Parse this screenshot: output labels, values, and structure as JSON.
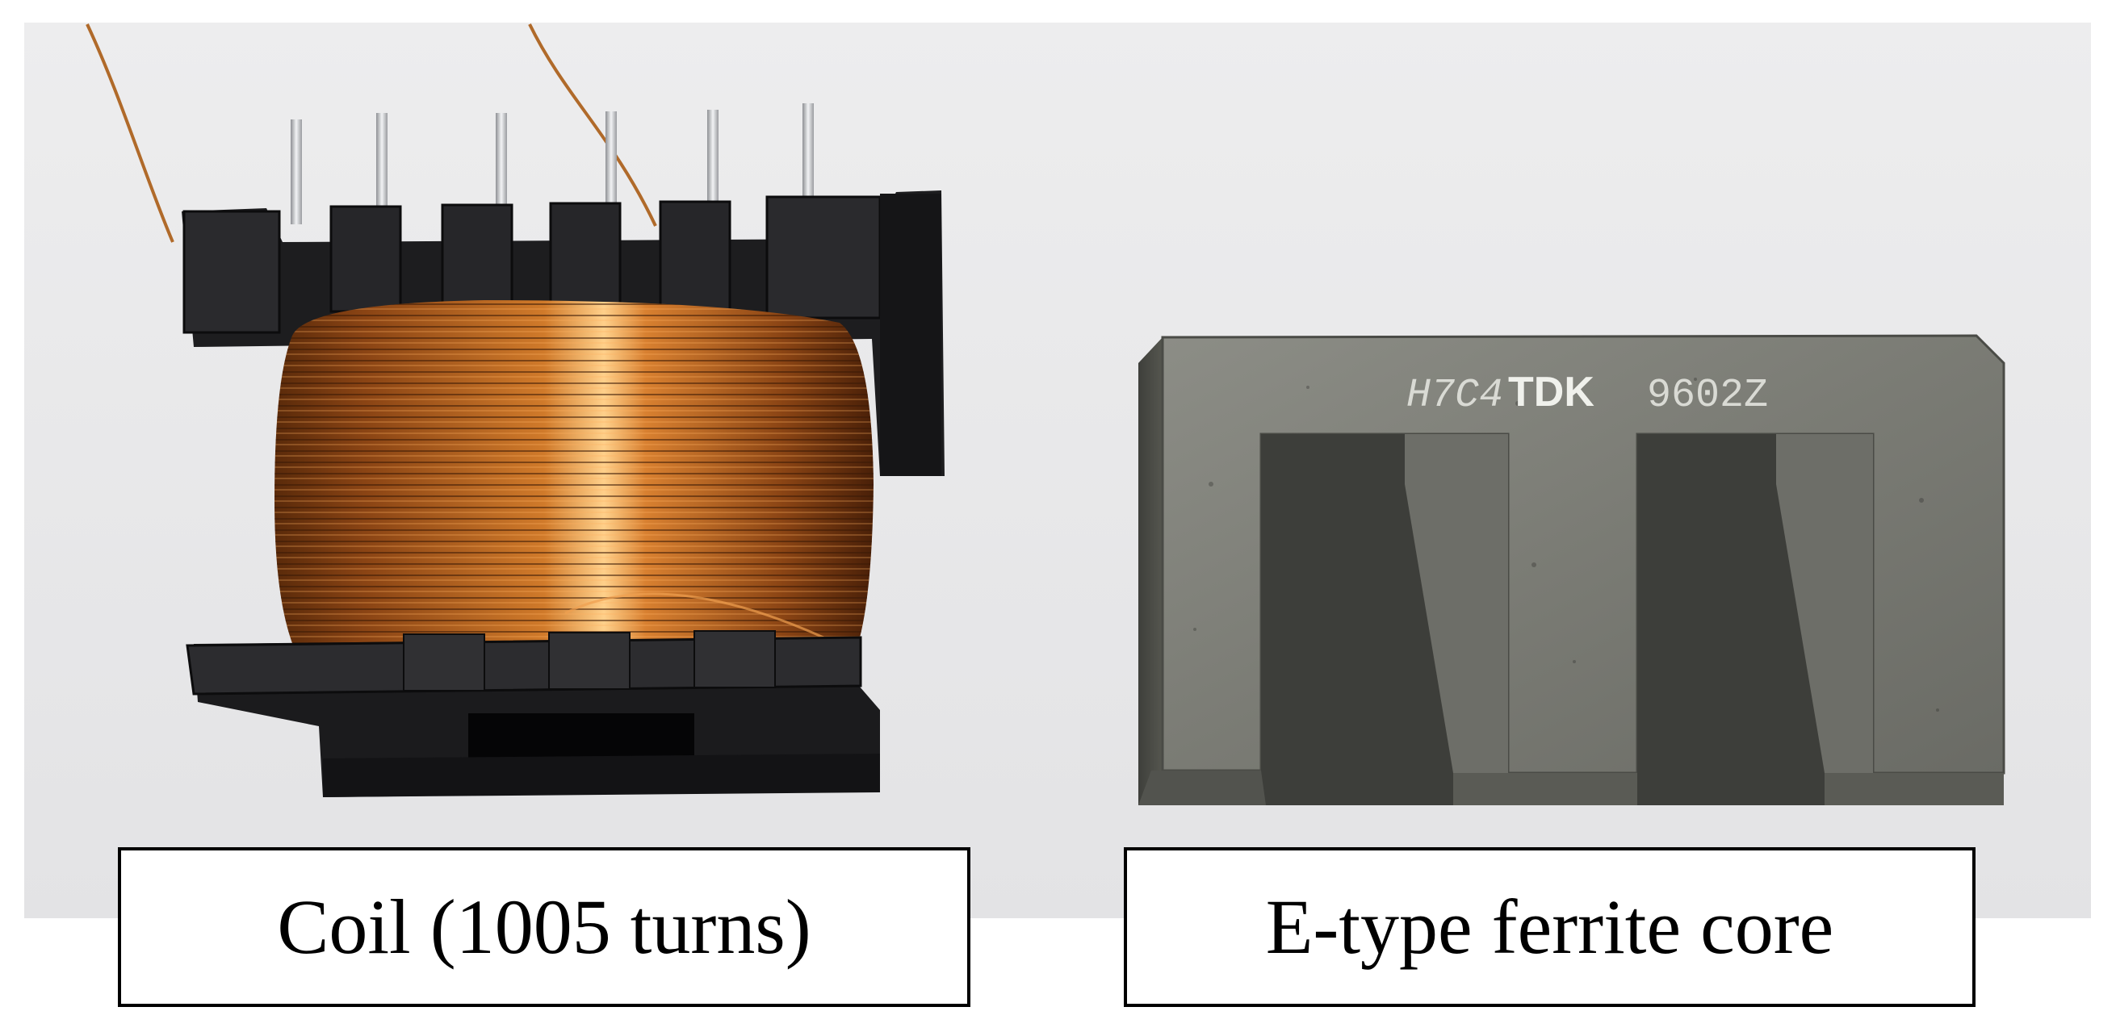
{
  "labels": {
    "coil": "Coil (1005 turns)",
    "core": "E-type ferrite core"
  },
  "core_marking": {
    "left": "H7C4",
    "brand": "TDK",
    "right": "9602Z"
  },
  "colors": {
    "background": "#e9e9eb",
    "copper": "#b8621e",
    "bobbin": "#1a1a1a",
    "ferrite": "#7a7b74"
  }
}
